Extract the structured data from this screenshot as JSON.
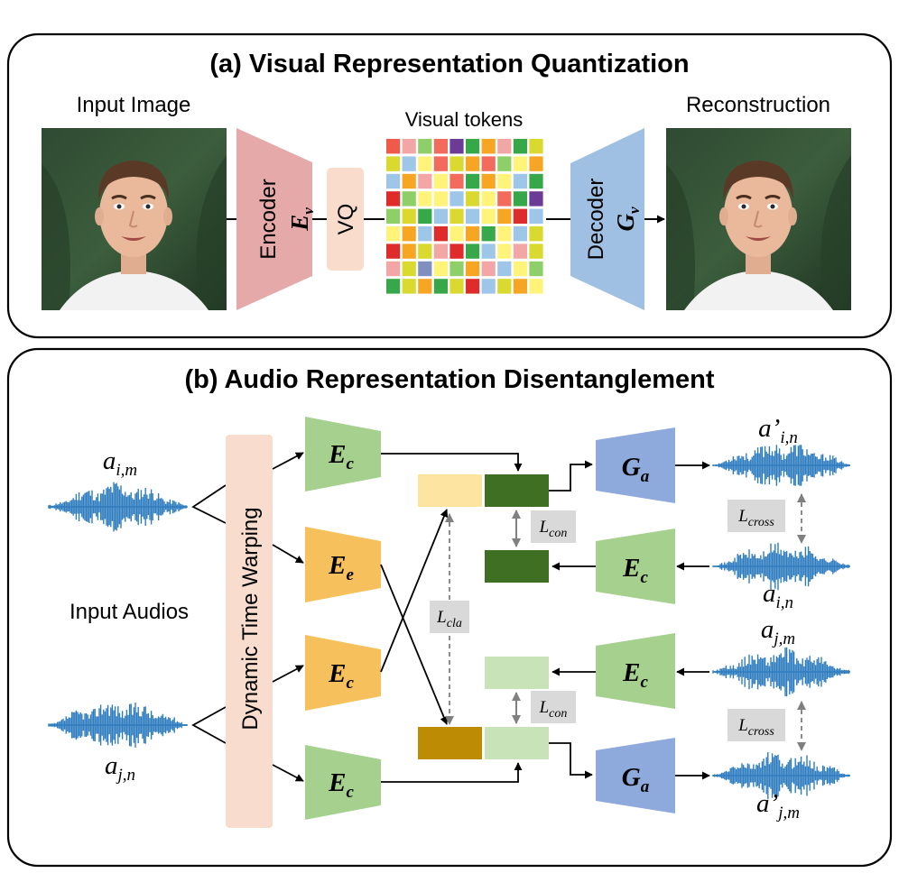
{
  "panel_a": {
    "title": "(a) Visual Representation Quantization",
    "input_label": "Input Image",
    "recon_label": "Reconstruction",
    "encoder_word": "Encoder",
    "encoder_symbol": "E",
    "encoder_sub": "v",
    "vq_label": "VQ",
    "tokens_label": "Visual tokens",
    "decoder_word": "Decoder",
    "decoder_symbol": "G",
    "decoder_sub": "v",
    "token_grid": [
      [
        "#f05a4a",
        "#f3a6a6",
        "#8fcf6a",
        "#f26b5c",
        "#6c3b96",
        "#37a84a",
        "#f6a623",
        "#f3a6a6",
        "#37a84a",
        "#d9d92f"
      ],
      [
        "#d9d92f",
        "#9ec6e8",
        "#fff37a",
        "#f26b5c",
        "#d9d92f",
        "#f6a623",
        "#f26b5c",
        "#8fcf6a",
        "#fff37a",
        "#f6a623"
      ],
      [
        "#9ec6e8",
        "#f6a623",
        "#f3a6a6",
        "#fff37a",
        "#f26b5c",
        "#37a84a",
        "#f6a623",
        "#fff37a",
        "#9ec6e8",
        "#37a84a"
      ],
      [
        "#e02b2b",
        "#8fcf6a",
        "#fff37a",
        "#fff37a",
        "#9ec6e8",
        "#d9d92f",
        "#fff37a",
        "#f26b5c",
        "#37a84a",
        "#6c3b96"
      ],
      [
        "#8fcf6a",
        "#d9d92f",
        "#37a84a",
        "#9ec6e8",
        "#d9d92f",
        "#9ec6e8",
        "#fff37a",
        "#f6a623",
        "#e02b2b",
        "#9ec6e8"
      ],
      [
        "#fff37a",
        "#f6a623",
        "#9ec6e8",
        "#e02b2b",
        "#fff37a",
        "#f6a623",
        "#37a84a",
        "#fff37a",
        "#9ec6e8",
        "#d9d92f"
      ],
      [
        "#e02b2b",
        "#f6a623",
        "#d9d92f",
        "#f3a6a6",
        "#e02b2b",
        "#37a84a",
        "#9ec6e8",
        "#fff37a",
        "#f3a6a6",
        "#d9d92f"
      ],
      [
        "#f3a6a6",
        "#d9d92f",
        "#7f8fc0",
        "#fff37a",
        "#8fcf6a",
        "#f6a623",
        "#f3a6a6",
        "#9ec6e8",
        "#fff37a",
        "#8fcf6a"
      ],
      [
        "#37a84a",
        "#d9d92f",
        "#f6a623",
        "#37a84a",
        "#d9d92f",
        "#e02b2b",
        "#9ec6e8",
        "#d9d92f",
        "#f6a623",
        "#fff37a"
      ]
    ]
  },
  "panel_b": {
    "title": "(b) Audio Representation Disentanglement",
    "input_audios_label": "Input Audios",
    "dtw_label": "Dynamic Time Warping",
    "enc_c_symbol": "E",
    "enc_c_sub": "c",
    "enc_e_symbol": "E",
    "enc_e_sub": "e",
    "gen_symbol": "G",
    "gen_sub": "a",
    "l_con_main": "L",
    "l_con_sub": "con",
    "l_cla_main": "L",
    "l_cla_sub": "cla",
    "l_cross_main": "L",
    "l_cross_sub": "cross",
    "audio_in_top": {
      "main": "a",
      "sub": "i,m"
    },
    "audio_in_bottom": {
      "main": "a",
      "sub": "j,n"
    },
    "audio_out_top": {
      "main": "a",
      "prime": "’",
      "sub": "i,n"
    },
    "audio_ref_top": {
      "main": "a",
      "sub": "i,n"
    },
    "audio_ref_bottom": {
      "main": "a",
      "sub": "j,m"
    },
    "audio_out_bottom": {
      "main": "a",
      "prime": "’",
      "sub": "j,m"
    }
  },
  "colors": {
    "encoder_v": "#e4a9a8",
    "vq": "#f9dccb",
    "decoder_v": "#9fc0e3",
    "dtw": "#f8dcce",
    "enc_c": "#a5d08e",
    "enc_e": "#f6c05c",
    "gen_a": "#8ea9db",
    "dark_green": "#3e6f22",
    "light_green": "#c9e3b8",
    "pale_yellow": "#fde4a0",
    "olive": "#be8b05",
    "loss_box": "#d9d9d9",
    "wave": "#2e7cc0"
  }
}
